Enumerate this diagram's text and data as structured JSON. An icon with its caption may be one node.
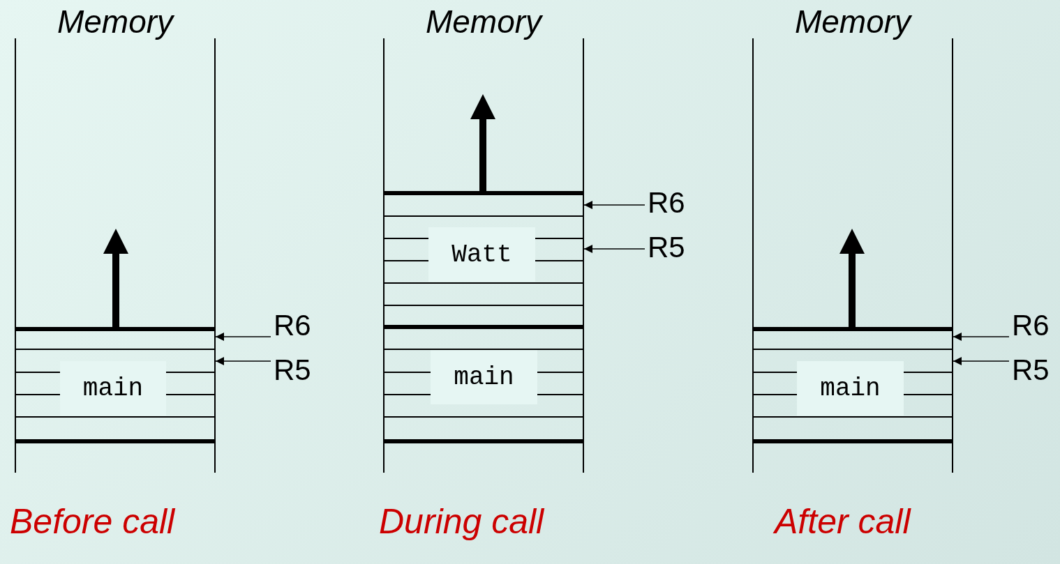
{
  "diagram": {
    "nodes": [
      {
        "text": [
          "Memory"
        ]
      },
      {
        "text": [
          "main"
        ],
        "in": 0
      },
      {
        "text": [
          "R6"
        ]
      },
      {
        "text": [
          "R5"
        ]
      },
      {
        "text": [
          "Memory"
        ]
      },
      {
        "text": [
          "Watt"
        ],
        "in": 4
      },
      {
        "text": [
          "main"
        ],
        "in": 4
      },
      {
        "text": [
          "R6"
        ]
      },
      {
        "text": [
          "R5"
        ]
      },
      {
        "text": [
          "Memory"
        ]
      },
      {
        "text": [
          "main"
        ],
        "in": 9
      },
      {
        "text": [
          "R6"
        ]
      },
      {
        "text": [
          "R5"
        ]
      }
    ],
    "edges": [
      {
        "from": 2,
        "to": 1,
        "arrow": "to"
      },
      {
        "from": 3,
        "to": 1,
        "arrow": "to"
      },
      {
        "from": 7,
        "to": 5,
        "arrow": "to"
      },
      {
        "from": 8,
        "to": 5,
        "arrow": "to"
      },
      {
        "from": 11,
        "to": 10,
        "arrow": "to"
      },
      {
        "from": 12,
        "to": 10,
        "arrow": "to"
      }
    ],
    "labels": [
      "Before call",
      "During call",
      "After call"
    ]
  }
}
